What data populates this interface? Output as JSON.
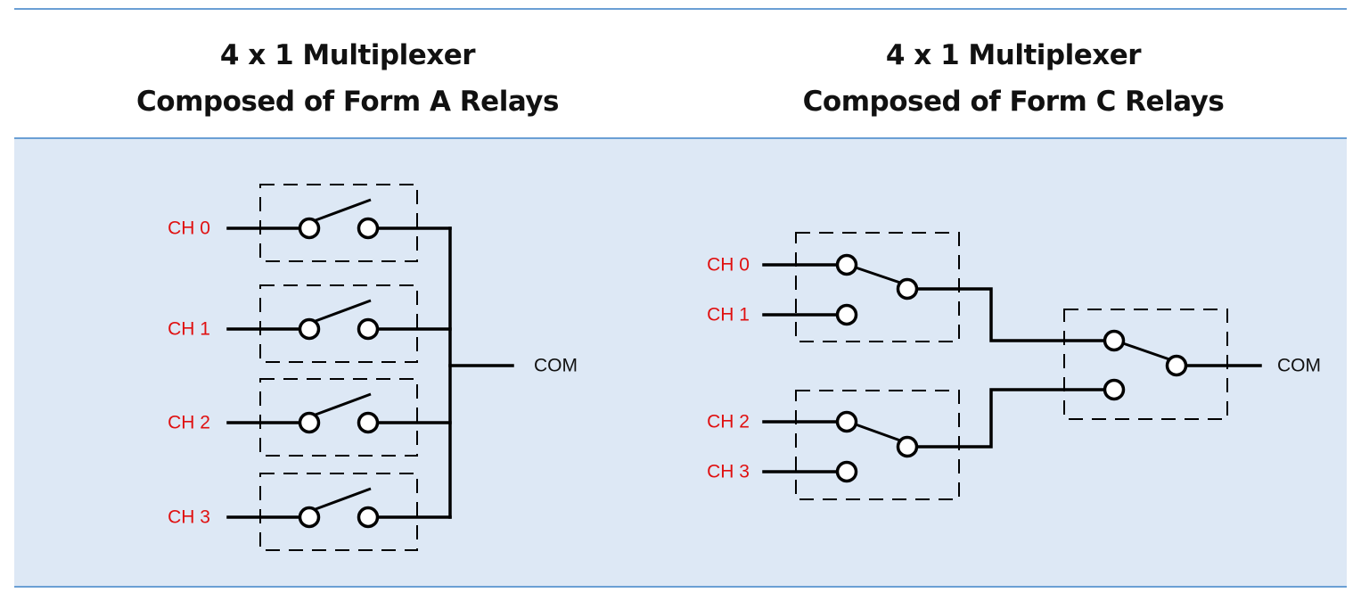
{
  "diagrams": [
    {
      "id": "form-a",
      "title_line1": "4 x 1 Multiplexer",
      "title_line2": "Composed of Form A Relays",
      "channels": [
        "CH 0",
        "CH 1",
        "CH 2",
        "CH 3"
      ],
      "output_label": "COM",
      "relay_type": "Form A (SPST, normally open)",
      "relay_count": 4
    },
    {
      "id": "form-c",
      "title_line1": "4 x 1 Multiplexer",
      "title_line2": "Composed of Form C Relays",
      "channels": [
        "CH 0",
        "CH 1",
        "CH 2",
        "CH 3"
      ],
      "output_label": "COM",
      "relay_type": "Form C (SPDT)",
      "relay_count": 3
    }
  ],
  "colors": {
    "channel_label": "#e01010",
    "panel_background": "#dde8f5",
    "rule": "#6a9fd4",
    "wire": "#000000"
  }
}
